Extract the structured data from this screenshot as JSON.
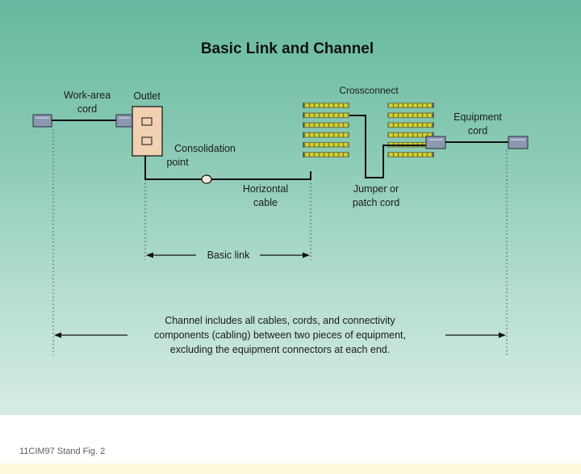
{
  "diagram": {
    "title": "Basic Link and Channel",
    "labels": {
      "work_area_cord_1": "Work-area",
      "work_area_cord_2": "cord",
      "outlet": "Outlet",
      "crossconnect": "Crossconnect",
      "equipment_cord_1": "Equipment",
      "equipment_cord_2": "cord",
      "consolidation_point_1": "Consolidation",
      "consolidation_point_2": "point",
      "horizontal_cable_1": "Horizontal",
      "horizontal_cable_2": "cable",
      "jumper_patch_cord_1": "Jumper or",
      "jumper_patch_cord_2": "patch cord",
      "basic_link": "Basic link"
    },
    "channel_description": [
      "Channel includes all cables, cords, and connectivity",
      "components (cabling) between two pieces of equipment,",
      "excluding the equipment connectors at each end."
    ]
  },
  "caption": "11CIM97 Stand Fig. 2",
  "colors": {
    "connector": "#8c97b0",
    "outlet_box": "#f2d0b2",
    "patch_port": "#d6d22e",
    "line": "#111111"
  }
}
